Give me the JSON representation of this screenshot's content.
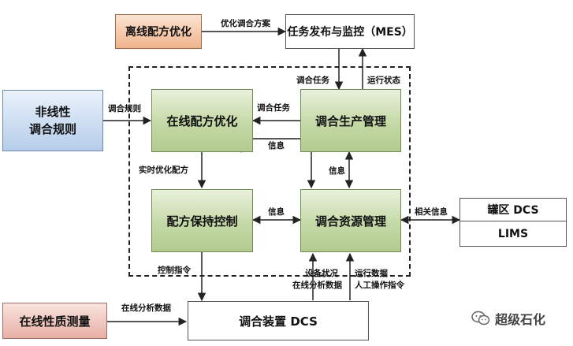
{
  "boxes": {
    "offline": "离线配方优化",
    "mes": "任务发布与监控（MES）",
    "nonlinear_line1": "非线性",
    "nonlinear_line2": "调合规则",
    "online": "在线配方优化",
    "production": "调合生产管理",
    "holding": "配方保持控制",
    "resource": "调合资源管理",
    "tank_dcs": "罐区 DCS",
    "lims": "LIMS",
    "quality": "在线性质测量",
    "device_dcs": "调合装置 DCS"
  },
  "labels": {
    "optimized_plan": "优化调合方案",
    "task_to_prod": "调合任务",
    "status_to_mes": "运行状态",
    "rules": "调合规则",
    "task_to_online": "调合任务",
    "info_prod_res": "信息",
    "info_loop": "信息",
    "realtime_recipe": "实时优化配方",
    "info_hold_res": "信息",
    "related_info": "相关信息",
    "control_cmd": "控制指令",
    "device_status": "设备状况",
    "run_data": "运行数据",
    "online_analysis": "在线分析数据",
    "manual_cmd": "人工操作指令",
    "online_analysis_left": "在线分析数据"
  },
  "watermark": {
    "text": "超级石化",
    "icon": "wechat-icon"
  },
  "colors": {
    "green_box": "#c4d9a6",
    "orange_box": "#f0b48c",
    "blue_box": "#b5cdea",
    "pink_box": "#e8b0a6",
    "line": "#222222"
  }
}
